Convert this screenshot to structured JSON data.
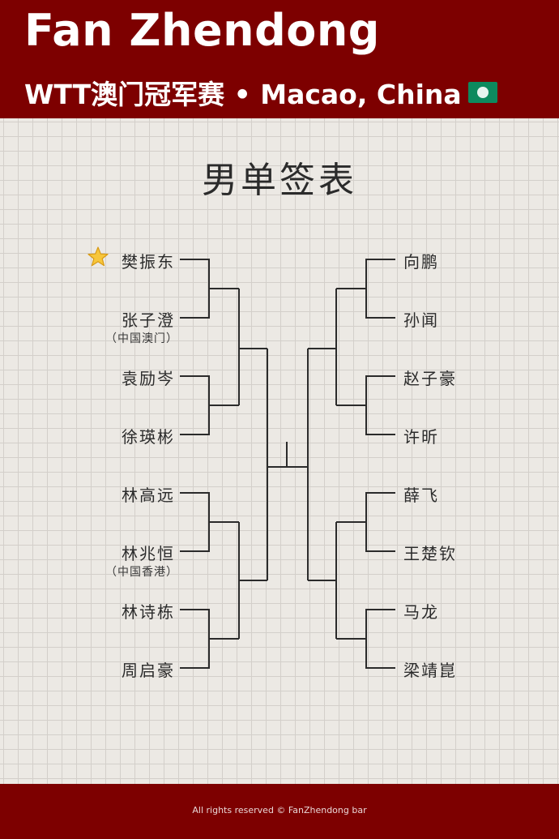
{
  "header": {
    "title": "Fan Zhendong",
    "subtitle": "WTT澳门冠军赛 • Macao, China"
  },
  "draw": {
    "title": "男单签表",
    "left_players": [
      {
        "name": "樊振东",
        "note": "",
        "starred": true
      },
      {
        "name": "张子澄",
        "note": "（中国澳门）",
        "starred": false
      },
      {
        "name": "袁励岑",
        "note": "",
        "starred": false
      },
      {
        "name": "徐瑛彬",
        "note": "",
        "starred": false
      },
      {
        "name": "林高远",
        "note": "",
        "starred": false
      },
      {
        "name": "林兆恒",
        "note": "（中国香港）",
        "starred": false
      },
      {
        "name": "林诗栋",
        "note": "",
        "starred": false
      },
      {
        "name": "周启豪",
        "note": "",
        "starred": false
      }
    ],
    "right_players": [
      {
        "name": "向鹏"
      },
      {
        "name": "孙闻"
      },
      {
        "name": "赵子豪"
      },
      {
        "name": "许昕"
      },
      {
        "name": "薛飞"
      },
      {
        "name": "王楚钦"
      },
      {
        "name": "马龙"
      },
      {
        "name": "梁靖崑"
      }
    ]
  },
  "footer": {
    "copyright": "All rights reserved © FanZhendong bar"
  },
  "colors": {
    "header_bg": "#7d0000",
    "line": "#2b2b2b",
    "flag_green": "#0d8a5e"
  },
  "icons": {
    "star": "star-icon",
    "flag": "macao-flag-icon"
  }
}
